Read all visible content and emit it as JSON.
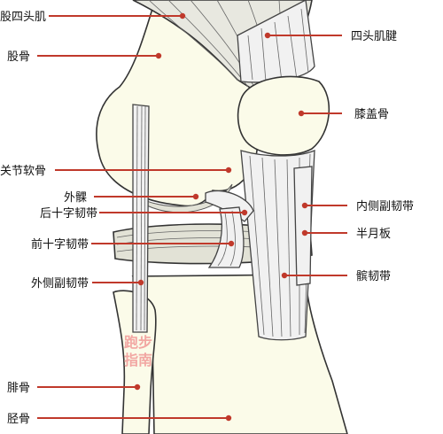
{
  "colors": {
    "leader": "#c0392b",
    "bone": "#fbfbe9",
    "cartilage": "#e2e2d6",
    "ligament": "#f1f1f1",
    "outline": "#333333"
  },
  "labels_left": [
    {
      "id": "quadriceps-femoris",
      "text": "股四头肌"
    },
    {
      "id": "femur",
      "text": "股骨"
    },
    {
      "id": "articular-cartilage",
      "text": "关节软骨"
    },
    {
      "id": "lateral-condyle",
      "text": "外髁"
    },
    {
      "id": "posterior-cruciate-ligament",
      "text": "后十字韧带"
    },
    {
      "id": "anterior-cruciate-ligament",
      "text": "前十字韧带"
    },
    {
      "id": "lateral-collateral-ligament",
      "text": "外侧副韧带"
    },
    {
      "id": "fibula",
      "text": "腓骨"
    },
    {
      "id": "tibia",
      "text": "胫骨"
    }
  ],
  "labels_right": [
    {
      "id": "quadriceps-tendon",
      "text": "四头肌腱"
    },
    {
      "id": "patella",
      "text": "膝盖骨"
    },
    {
      "id": "medial-collateral-ligament",
      "text": "内侧副韧带"
    },
    {
      "id": "meniscus",
      "text": "半月板"
    },
    {
      "id": "patellar-ligament",
      "text": "髌韧带"
    }
  ],
  "watermark": {
    "line1": "跑步",
    "line2": "指南"
  }
}
